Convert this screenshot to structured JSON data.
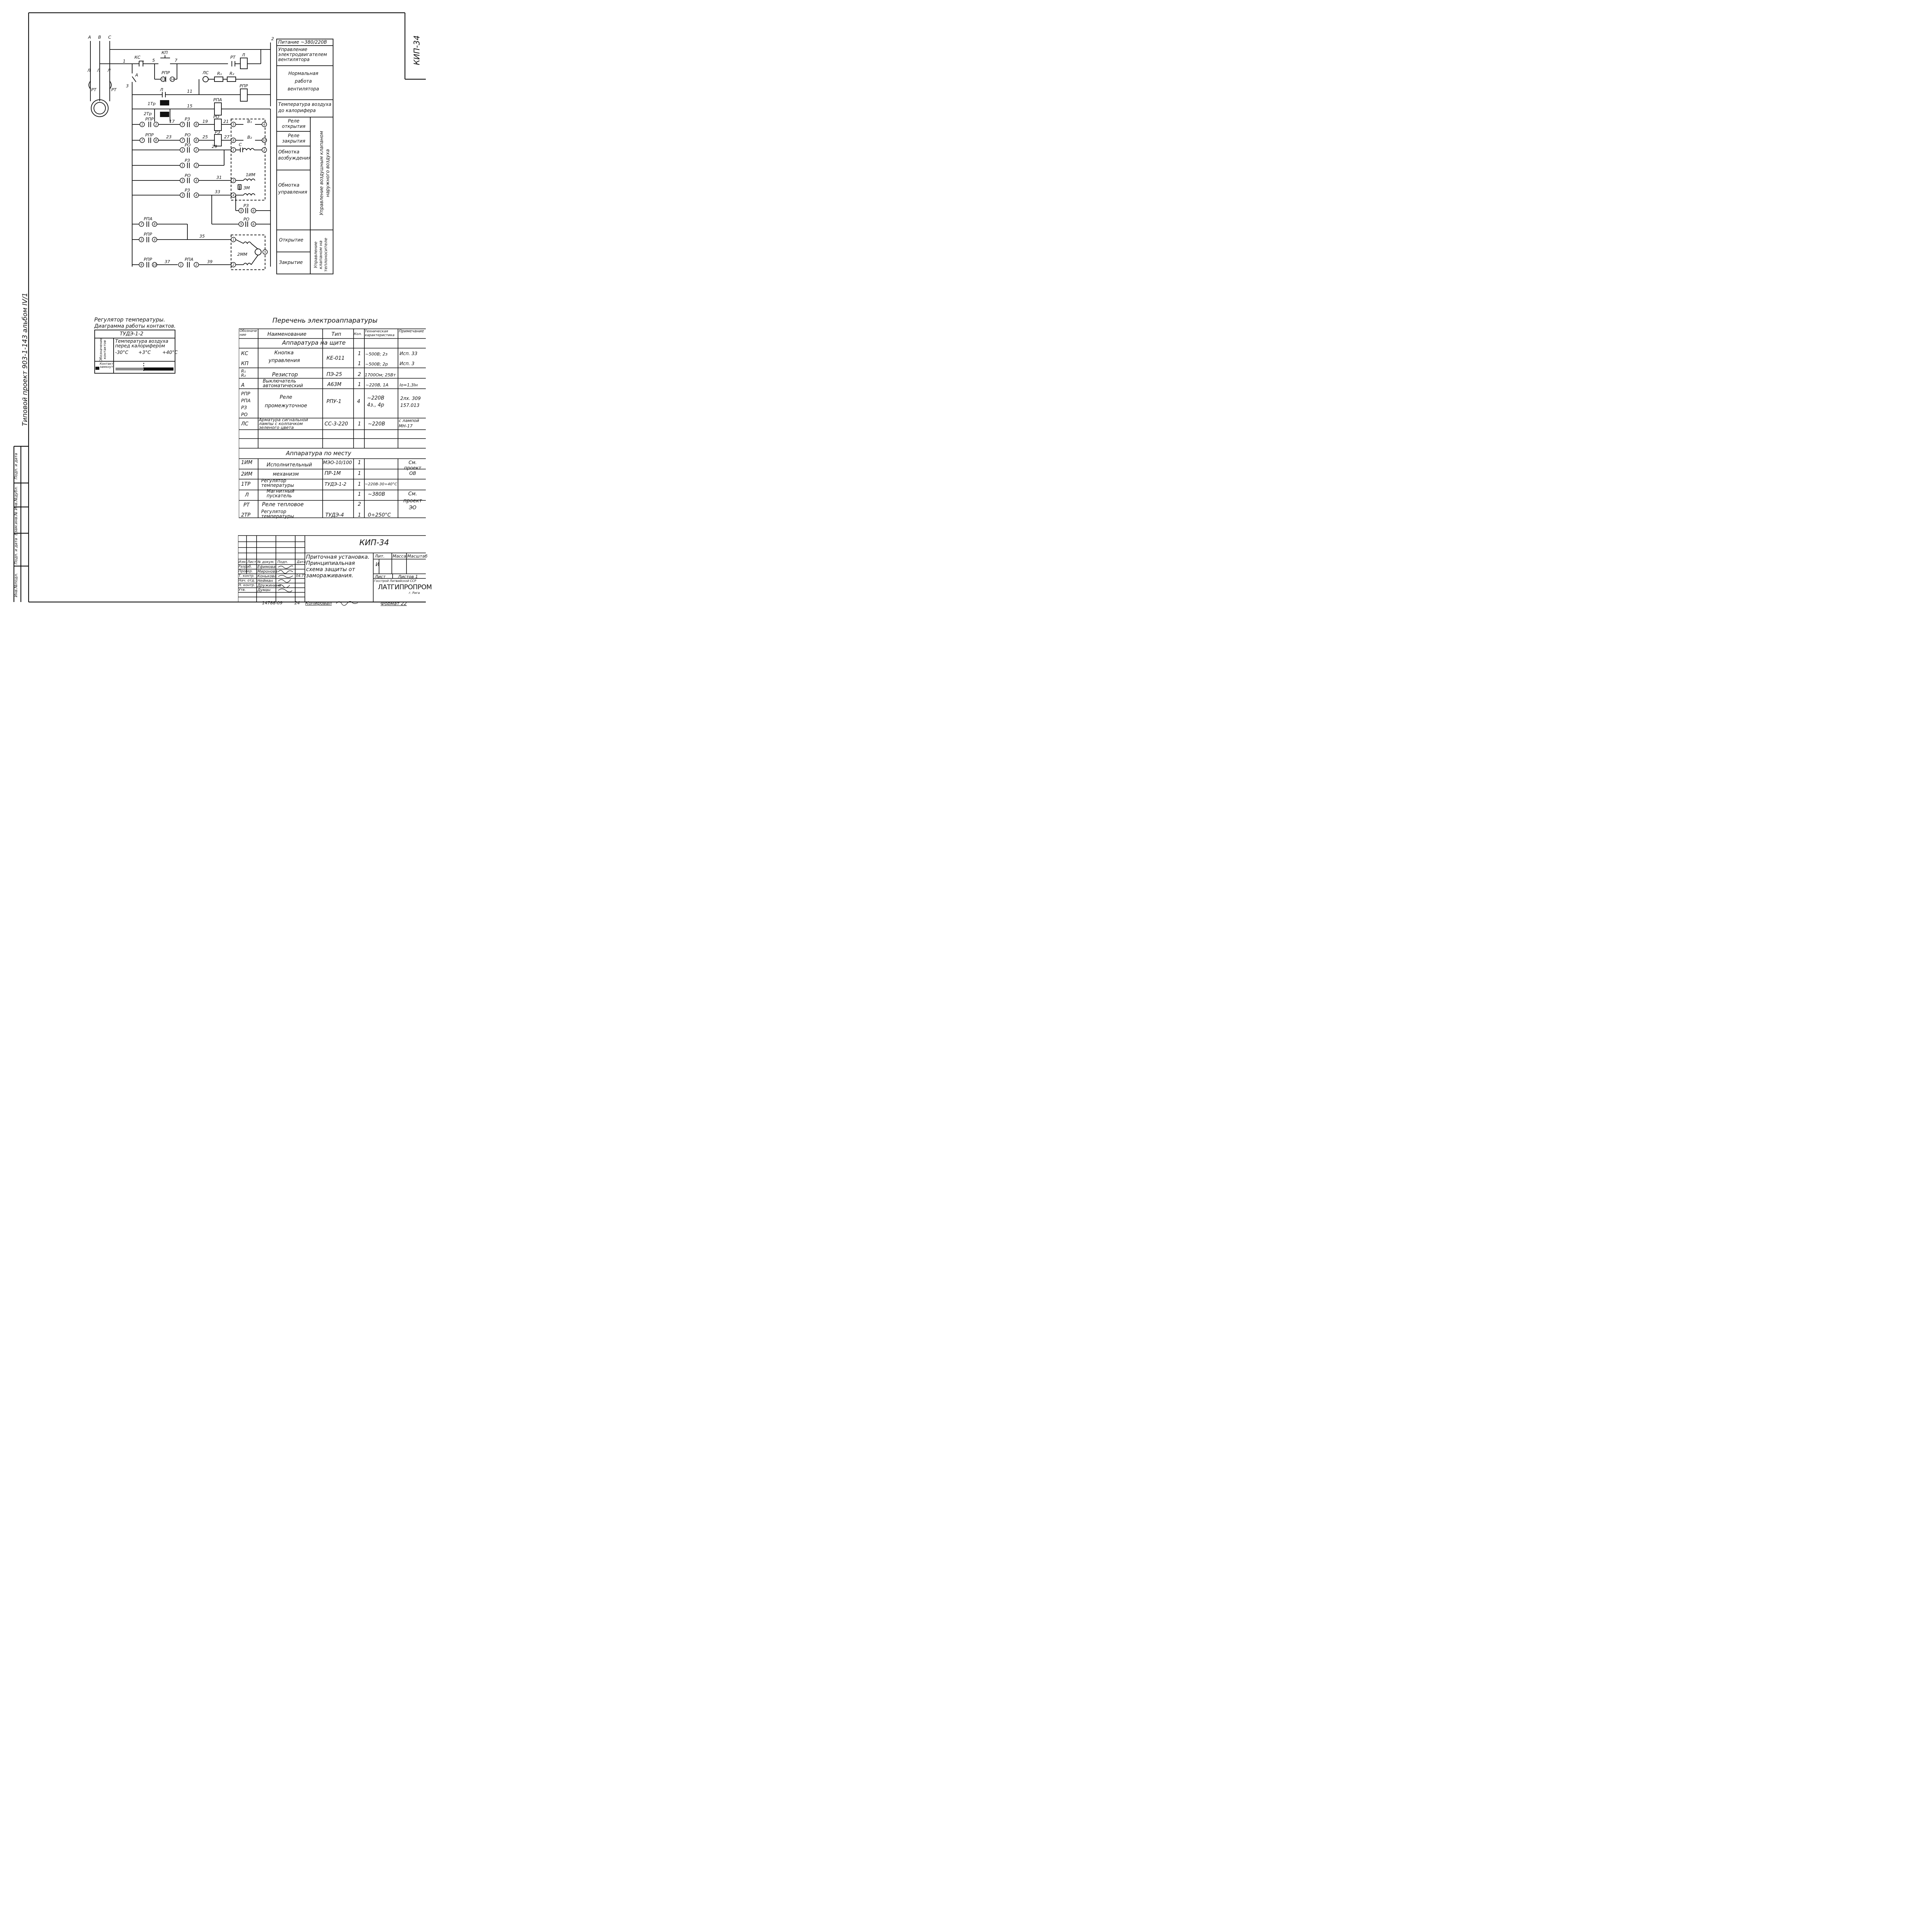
{
  "corner_code": "КИП-34",
  "phases": [
    "А",
    "В",
    "С"
  ],
  "wire_2": "2",
  "schematic": {
    "contactors": [
      "Л",
      "Л",
      "Л"
    ],
    "thermal": [
      "РТ",
      "РТ"
    ],
    "kc": "КС",
    "kp": "КП",
    "rpr_top": "РПР",
    "pt_top": "РТ",
    "l_coil": "Л",
    "switch_a": "А",
    "ls": "ЛС",
    "r1": "R₁",
    "r2": "R₂",
    "l_contact": "Л",
    "rpr_coil": "РПР",
    "t1": "1Тр",
    "t2": "2Тр",
    "rpa_coil": "РПА",
    "ro_coil": "РО",
    "rz_coil": "РЗ",
    "rpr": "РПР",
    "rz": "РЗ",
    "ro": "РО",
    "rpa": "РПА",
    "c": "С",
    "b1": "В₁",
    "b2": "В₂",
    "im1": "1ИМ",
    "zm": "ЗМ",
    "mm2": "2ММ",
    "wires": [
      "1",
      "3",
      "5",
      "7",
      "11",
      "15",
      "17",
      "19",
      "21",
      "23",
      "25",
      "27",
      "29",
      "31",
      "33",
      "35",
      "37",
      "39"
    ],
    "terminals": [
      "1",
      "2",
      "3",
      "4",
      "5",
      "6",
      "7",
      "8",
      "9",
      "10",
      "13",
      "14"
    ]
  },
  "legend": {
    "power": "Питание ~380/220В",
    "fan_control": "Управление электродвигателем вентилятора",
    "fan_normal": "Нормальная работа вентилятора",
    "air_temp": "Температура воздуха до калорифера",
    "open_relay": "Реле открытия",
    "close_relay": "Реле закрытия",
    "excit": "Обмотка возбуждения",
    "ctrl_wind": "Обмотка управления",
    "valve_air": "Управление воздушным клапаном наружного воздуха",
    "open": "Открытие",
    "close": "Закрытие",
    "valve_heat": "Управление клапаном на теплоносителе"
  },
  "side_text": "Типовой проект 903-1-143 альбом IV/1",
  "stamp_side": [
    "Инв.№подл.",
    "Подп. и дата",
    "Взам.инв.№",
    "Инв.№дубл.",
    "Подп. и дата"
  ],
  "regulator": {
    "title1": "Регулятор температуры.",
    "title2": "Диаграмма работы контактов.",
    "model": "ТУДЭ-1-2",
    "col1": "Обозначение контактов",
    "head": "Температура воздуха перед калорифером",
    "t1": "-30°С",
    "t2": "+3°С",
    "t3": "+40°С",
    "legend1": "Контакт замкнут"
  },
  "equipment": {
    "title": "Перечень электроаппаратуры",
    "headers": [
      "Обозначение",
      "Наименование",
      "Тип",
      "Кол.",
      "Техническая характеристика",
      "Примечание"
    ],
    "section1": "Аппаратура на щите",
    "section2": "Аппаратура по месту",
    "rows1": [
      {
        "c": "КС",
        "n": "Кнопка",
        "t": "КЕ-011",
        "q": "1",
        "s": "~500В; 2з",
        "p": "Исп. 33"
      },
      {
        "c": "КП",
        "n": "управления",
        "t": "",
        "q": "1",
        "s": "~500В; 2р",
        "p": "Исп. 3"
      },
      {
        "c": "R₁ R₂",
        "n": "Резистор",
        "t": "ПЭ-25",
        "q": "2",
        "s": "1700Ом; 25Вт",
        "p": ""
      },
      {
        "c": "А",
        "n": "Выключатель автоматический",
        "t": "А63М",
        "q": "1",
        "s": "~220В, 1А",
        "p": "Iо=1,3Iн"
      },
      {
        "c": "РПР РПА РЗ РО",
        "n": "Реле промежуточное",
        "t": "РПУ-1",
        "q": "4",
        "s": "~220В 4з., 4р",
        "p": "2лх. 309 157.013"
      },
      {
        "c": "ЛС",
        "n": "Арматура сигнальной лампы с колпачком зеленого цвета",
        "t": "СС-3-220",
        "q": "1",
        "s": "~220В",
        "p": "с лампой МН-17"
      }
    ],
    "rows2": [
      {
        "c": "1ИМ",
        "n": "Исполнительный",
        "t": "МЭО-10/100",
        "q": "1",
        "s": "",
        "p": "См. проект ОВ"
      },
      {
        "c": "2ИМ",
        "n": "механизм",
        "t": "ПР-1М",
        "q": "1",
        "s": "",
        "p": ""
      },
      {
        "c": "1ТР",
        "n": "Регулятор температуры",
        "t": "ТУДЭ-1-2",
        "q": "1",
        "s": "~220В-30÷40°С",
        "p": ""
      },
      {
        "c": "Л",
        "n": "Магнитный пускатель",
        "t": "",
        "q": "1",
        "s": "~380В",
        "p": "См. проект ЭО"
      },
      {
        "c": "РТ",
        "n": "Реле тепловое",
        "t": "",
        "q": "2",
        "s": "",
        "p": ""
      },
      {
        "c": "2ТР",
        "n": "Регулятор температуры",
        "t": "ТУДЭ-4",
        "q": "1",
        "s": "0÷250°С",
        "p": ""
      }
    ]
  },
  "title_block": {
    "code": "КИП-34",
    "name": "Приточная установка. Принципиальная схема защиты от замораживания.",
    "lit": "Лит.",
    "mass": "Масса",
    "scale": "Масштаб",
    "lit_val": "И",
    "sheet": "Лист",
    "sheets": "Листов 1",
    "org1": "Госстрой Латвийской ССР",
    "org2": "ЛАТГИПРОПРОМ",
    "city": "г. Рига",
    "hdr": [
      "Изм.",
      "Лист",
      "№ докум.",
      "Подп.",
      "Дата"
    ],
    "people": [
      [
        "Разраб.",
        "Ефимова"
      ],
      [
        "Провер.",
        "Миронова"
      ],
      [
        "Т. контр.",
        "Конькова"
      ],
      [
        "Нач. отд.",
        "Нейман"
      ],
      [
        "Н. контр.",
        "Дружинина"
      ],
      [
        "Утв.",
        "Думан"
      ]
    ],
    "date": "04.77",
    "bottom_num": "14788-09",
    "bottom_24": "24",
    "copied": "Копировал",
    "format": "Формат 22"
  }
}
